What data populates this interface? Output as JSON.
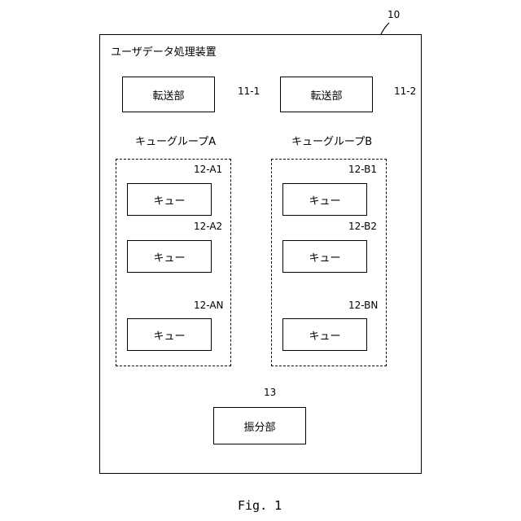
{
  "device": {
    "ref": "10",
    "title": "ユーザデータ処理装置"
  },
  "transfer_units": [
    {
      "label": "転送部",
      "ref": "11-1"
    },
    {
      "label": "転送部",
      "ref": "11-2"
    }
  ],
  "queue_groups": [
    {
      "title": "キューグループA",
      "queues": [
        {
          "label": "キュー",
          "ref": "12-A1"
        },
        {
          "label": "キュー",
          "ref": "12-A2"
        },
        {
          "label": "キュー",
          "ref": "12-AN"
        }
      ]
    },
    {
      "title": "キューグループB",
      "queues": [
        {
          "label": "キュー",
          "ref": "12-B1"
        },
        {
          "label": "キュー",
          "ref": "12-B2"
        },
        {
          "label": "キュー",
          "ref": "12-BN"
        }
      ]
    }
  ],
  "distributor": {
    "label": "振分部",
    "ref": "13"
  },
  "figure_caption": "Fig. 1"
}
